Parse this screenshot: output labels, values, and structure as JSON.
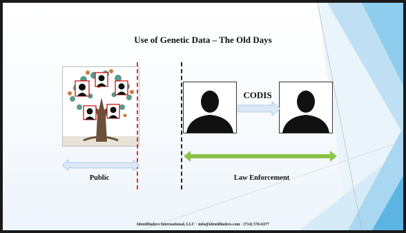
{
  "slide": {
    "title": "Use of Genetic Data – The Old Days",
    "codis_label": "CODIS",
    "public_label": "Public",
    "law_enforcement_label": "Law Enforcement",
    "footer": "Identifinders International, LLC · info@identifinders.com · (714) 576-6377"
  },
  "colors": {
    "accent_blue": "#4aa8dc",
    "light_arrow": "#cfe2f3",
    "green_arrow": "#8bc34a",
    "red_dash": "#e03030"
  },
  "icons": [
    "family-tree-icon",
    "person-silhouette-icon",
    "double-arrow-icon",
    "right-arrow-icon"
  ]
}
